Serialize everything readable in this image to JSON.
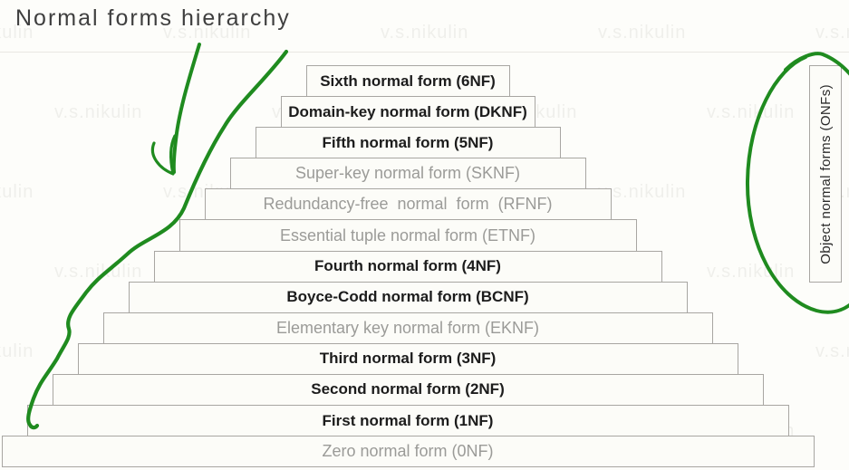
{
  "title": "Normal forms hierarchy",
  "watermark": {
    "text": "v.s.nikulin"
  },
  "pyramid": {
    "rows": [
      {
        "abbr": "6NF",
        "label": "Sixth normal form (6NF)",
        "emphasis": "bold"
      },
      {
        "abbr": "DKNF",
        "label": "Domain-key normal form (DKNF)",
        "emphasis": "bold"
      },
      {
        "abbr": "5NF",
        "label": "Fifth normal form (5NF)",
        "emphasis": "bold"
      },
      {
        "abbr": "SKNF",
        "label": "Super-key normal form (SKNF)",
        "emphasis": "gray"
      },
      {
        "abbr": "RFNF",
        "label": "Redundancy-free  normal  form  (RFNF)",
        "emphasis": "gray"
      },
      {
        "abbr": "ETNF",
        "label": "Essential tuple normal form (ETNF)",
        "emphasis": "gray"
      },
      {
        "abbr": "4NF",
        "label": "Fourth normal form (4NF)",
        "emphasis": "bold"
      },
      {
        "abbr": "BCNF",
        "label": "Boyce-Codd normal form (BCNF)",
        "emphasis": "bold"
      },
      {
        "abbr": "EKNF",
        "label": "Elementary key normal form (EKNF)",
        "emphasis": "gray"
      },
      {
        "abbr": "3NF",
        "label": "Third normal form (3NF)",
        "emphasis": "bold"
      },
      {
        "abbr": "2NF",
        "label": "Second normal form (2NF)",
        "emphasis": "bold"
      },
      {
        "abbr": "1NF",
        "label": "First normal form (1NF)",
        "emphasis": "bold"
      },
      {
        "abbr": "0NF",
        "label": "Zero normal form (0NF)",
        "emphasis": "gray"
      }
    ]
  },
  "side_label": {
    "text": "Object normal forms (ONFs)"
  },
  "annotations": {
    "color": "#1f8b1f",
    "items": [
      "hand-drawn down arrow pointing at upper pyramid rows",
      "hand-drawn wavy line tracing the left slope of the pyramid",
      "hand-drawn ellipse circling the Object normal forms (ONFs) label"
    ]
  },
  "colors": {
    "background": "#fdfdfa",
    "row_fill": "#fcfcf8",
    "row_border": "#a8a6a2",
    "bold_text": "#1c1c1c",
    "gray_text": "#9b9b98",
    "title_text": "#3f3f3f",
    "annotation_green": "#1f8b1f"
  }
}
